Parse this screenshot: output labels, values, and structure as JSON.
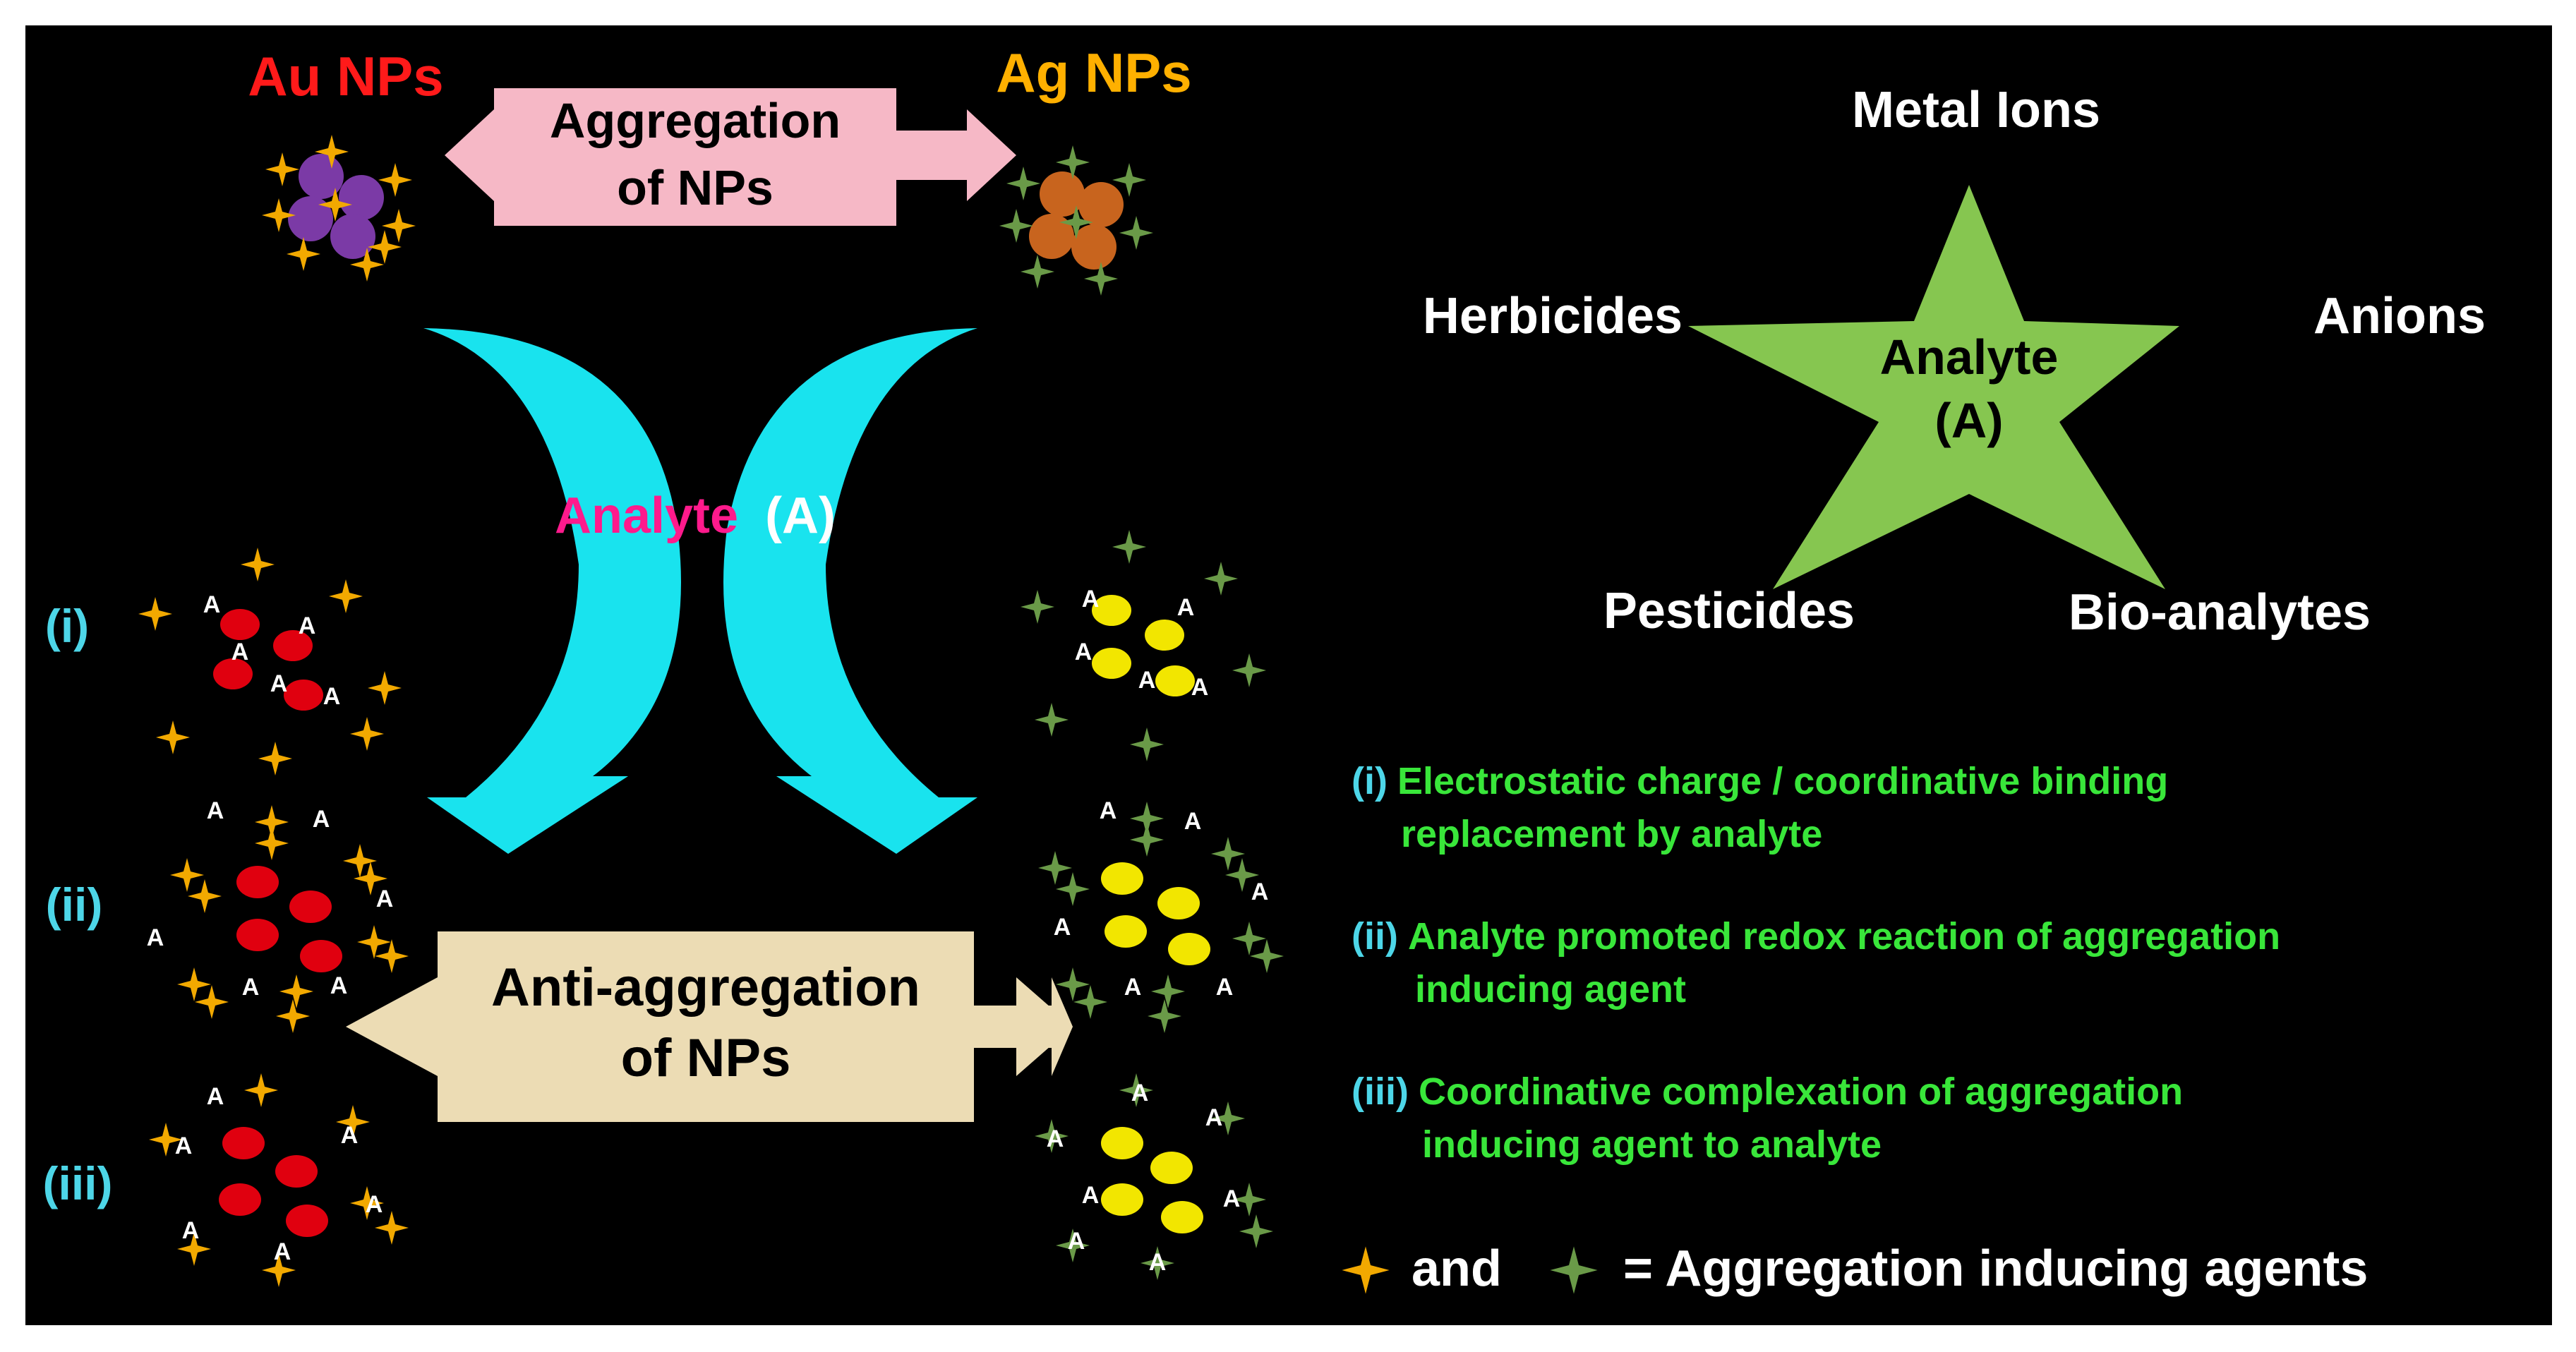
{
  "top": {
    "au_label": "Au NPs",
    "ag_label": "Ag NPs",
    "aggregation_line1": "Aggregation",
    "aggregation_line2": "of NPs"
  },
  "center": {
    "analyte_word": "Analyte",
    "analyte_symbol": "(A)"
  },
  "star": {
    "center_line1": "Analyte",
    "center_line2": "(A)",
    "top": "Metal Ions",
    "left": "Herbicides",
    "right": "Anions",
    "bottom_left": "Pesticides",
    "bottom_right": "Bio-analytes"
  },
  "rows": [
    {
      "roman": "(i)"
    },
    {
      "roman": "(ii)"
    },
    {
      "roman": "(iii)"
    }
  ],
  "anti": {
    "line1": "Anti-aggregation",
    "line2": "of NPs"
  },
  "mechanisms": [
    {
      "roman": "(i)",
      "line1": "Electrostatic charge / coordinative binding",
      "line2": "replacement by analyte"
    },
    {
      "roman": "(ii)",
      "line1": "Analyte promoted redox reaction of aggregation",
      "line2": "inducing agent"
    },
    {
      "roman": "(iii)",
      "line1": "Coordinative complexation of aggregation",
      "line2": "inducing agent to analyte"
    }
  ],
  "legend": {
    "and_word": "and",
    "text": "= Aggregation inducing agents"
  },
  "analyte_mark": "A",
  "colors": {
    "background": "#000000",
    "au_label": "#ff1a1a",
    "ag_label": "#ffb000",
    "au_np": "#7b3aa6",
    "ag_np": "#c8641e",
    "red_np": "#e0000f",
    "yellow_np": "#f2e600",
    "cyan": "#19e3ee",
    "pink_box": "#f6b8c6",
    "beige_box": "#ecdcb4",
    "star_green": "#86c650",
    "green_text": "#39e63a",
    "roman_cyan": "#4dd6e8",
    "orange_agent": "#f2a900",
    "green_agent": "#6a9a48",
    "analyte_magenta": "#ff1a8c"
  }
}
